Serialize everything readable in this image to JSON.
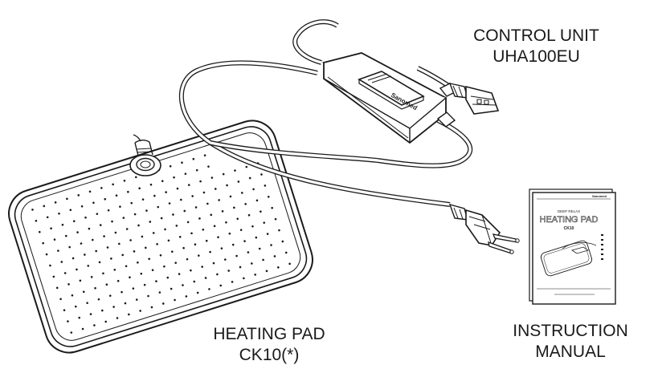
{
  "labels": {
    "control_unit": {
      "line1": "CONTROL UNIT",
      "line2": "UHA100EU"
    },
    "heating_pad": {
      "line1": "HEATING PAD",
      "line2": "CK10(*)"
    },
    "instruction_manual": {
      "line1": "INSTRUCTION",
      "line2": "MANUAL"
    }
  },
  "control_unit_brand": "Sanomed",
  "manual_cover": {
    "brand": "Sanomed",
    "kicker": "DEEP RELAX",
    "title": "HEATING PAD",
    "model": "CK10"
  },
  "colors": {
    "line": "#1a1a1a",
    "background": "#ffffff"
  }
}
